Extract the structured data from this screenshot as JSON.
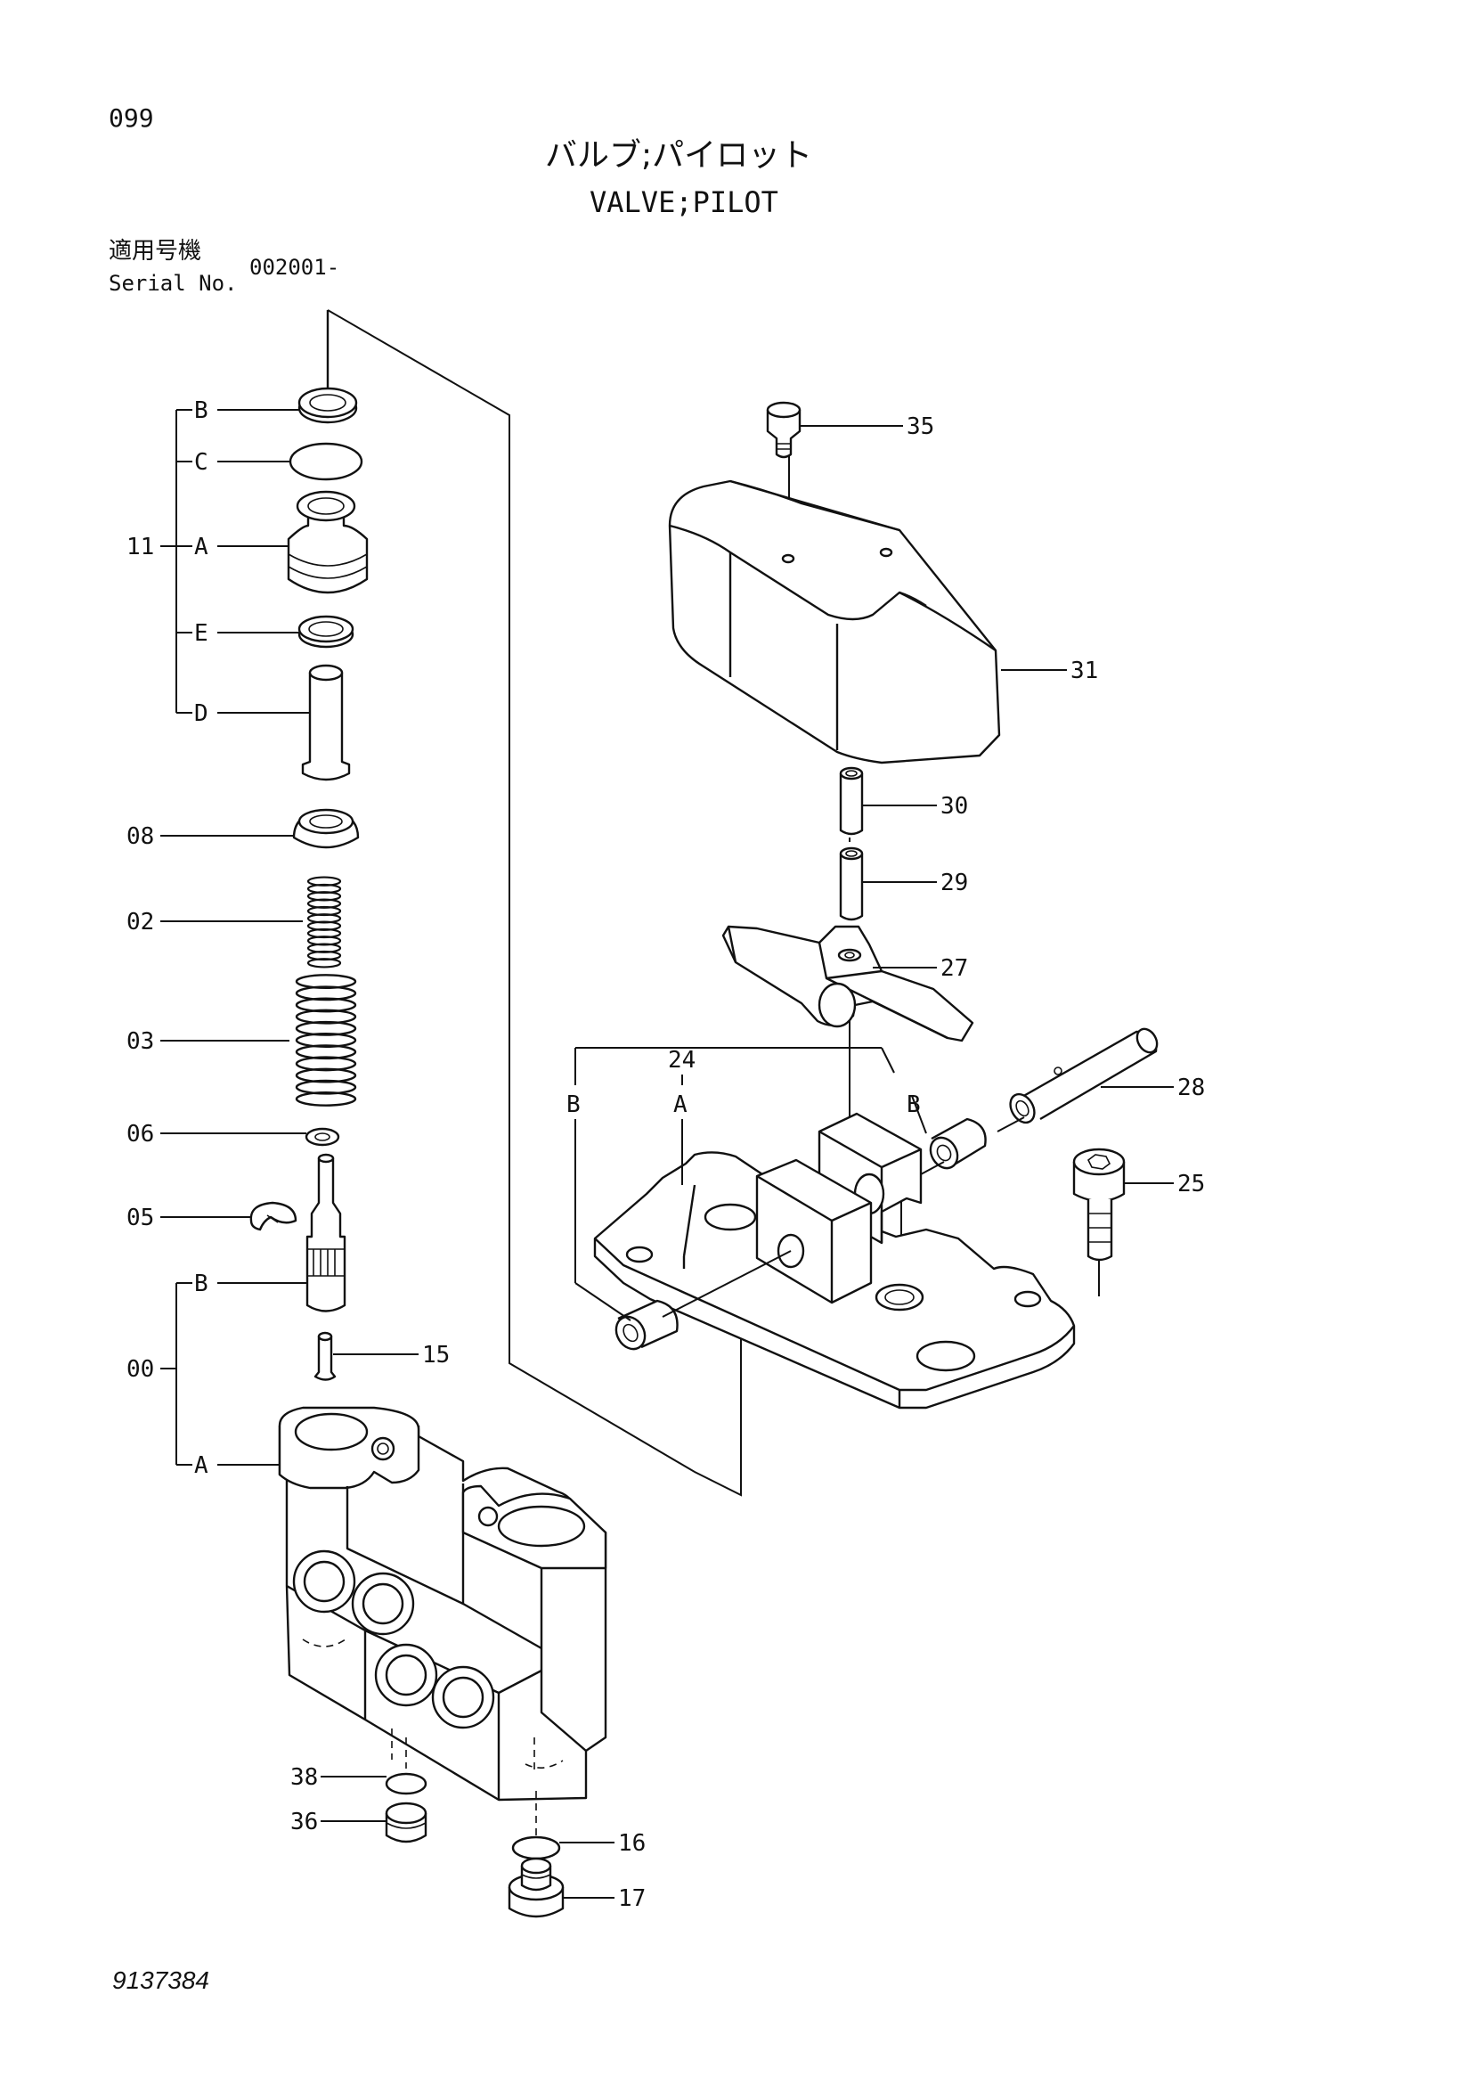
{
  "header": {
    "page_number": "099",
    "title_jp": "バルブ;パイロット",
    "title_en": "VALVE;PILOT",
    "serial_label_jp": "適用号機",
    "serial_label_en": "Serial No.",
    "serial_value": "002001-"
  },
  "callouts": {
    "p35": "35",
    "p31": "31",
    "p30": "30",
    "p29": "29",
    "p27": "27",
    "p24": "24",
    "p24A": "A",
    "p24B_left": "B",
    "p24B_right": "B",
    "p28": "28",
    "p25": "25",
    "p11": "11",
    "p11B": "B",
    "p11C": "C",
    "p11A": "A",
    "p11E": "E",
    "p11D": "D",
    "p08": "08",
    "p02": "02",
    "p03": "03",
    "p06": "06",
    "p05": "05",
    "p00": "00",
    "p00B": "B",
    "p00A": "A",
    "p15": "15",
    "p38": "38",
    "p36": "36",
    "p16": "16",
    "p17": "17"
  },
  "footer": {
    "drawing_number": "9137384"
  }
}
